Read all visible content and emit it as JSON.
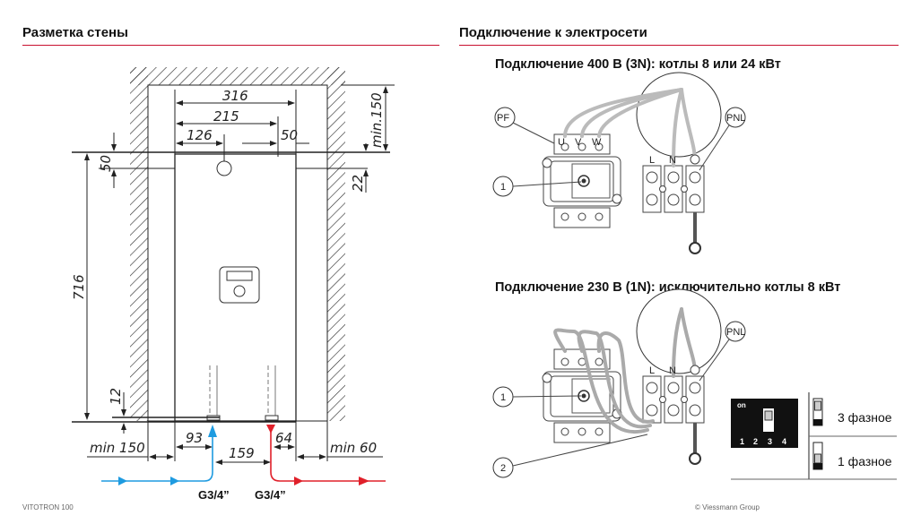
{
  "left": {
    "title": "Разметка стены",
    "dims": {
      "w316": "316",
      "w215": "215",
      "w126": "126",
      "w50": "50",
      "h50": "50",
      "h716": "716",
      "h12": "12",
      "min150top": "min.150",
      "h22": "22",
      "d93": "93",
      "d159": "159",
      "d64": "64",
      "min150": "min 150",
      "min60": "min 60"
    },
    "inlet_label": "G3/4”",
    "outlet_label": "G3/4”",
    "colors": {
      "cold": "#1e9be0",
      "hot": "#e0202a"
    }
  },
  "right": {
    "title": "Подключение к электросети",
    "section1": {
      "title": "Подключение 400 В (3N): котлы 8 или 24 кВт",
      "callouts": {
        "pf": "PF",
        "pnl": "PNL",
        "one": "1"
      },
      "terminals": {
        "u": "U",
        "v": "V",
        "w": "W",
        "l": "L",
        "n": "N"
      }
    },
    "section2": {
      "title": "Подключение 230 В (1N): исключительно котлы 8 кВт",
      "callouts": {
        "pnl": "PNL",
        "one": "1",
        "two": "2"
      },
      "terminals": {
        "l": "L",
        "n": "N"
      }
    },
    "dip": {
      "on_label": "on",
      "numbers": [
        "1",
        "2",
        "3",
        "4"
      ],
      "active_switch": 3
    },
    "modes": [
      {
        "label": "3 фазное",
        "switch_tag": "3"
      },
      {
        "label": "1 фазное",
        "switch_tag": "3"
      }
    ]
  },
  "footer": {
    "product": "VITOTRON 100",
    "copyright": "© Viessmann Group"
  },
  "accent": "#c8102e"
}
